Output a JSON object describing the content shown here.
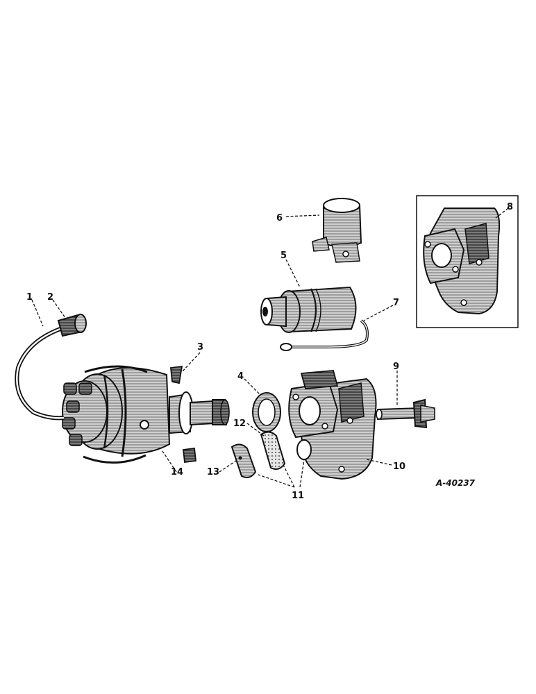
{
  "diagram": {
    "reference_code": "A-40237",
    "callouts": [
      {
        "id": "1",
        "label": "1"
      },
      {
        "id": "2",
        "label": "2"
      },
      {
        "id": "3",
        "label": "3"
      },
      {
        "id": "4",
        "label": "4"
      },
      {
        "id": "5",
        "label": "5"
      },
      {
        "id": "6",
        "label": "6"
      },
      {
        "id": "7",
        "label": "7"
      },
      {
        "id": "8",
        "label": "8"
      },
      {
        "id": "9",
        "label": "9"
      },
      {
        "id": "10",
        "label": "10"
      },
      {
        "id": "11",
        "label": "11"
      },
      {
        "id": "12",
        "label": "12"
      },
      {
        "id": "13",
        "label": "13"
      },
      {
        "id": "14",
        "label": "14"
      }
    ],
    "parts": [
      "distributor-assembly",
      "high-tension-cable",
      "cable-terminal",
      "condenser-clip",
      "gasket",
      "ignition-coil",
      "coil-bracket",
      "coil-lead",
      "drive-housing-inset",
      "drive-shaft",
      "drive-housing",
      "plate-12",
      "plate-13",
      "cap"
    ]
  }
}
